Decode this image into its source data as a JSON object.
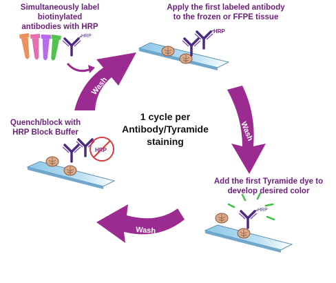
{
  "steps": {
    "label_antibodies": {
      "line1": "Simultaneously label biotinylated",
      "line2": "antibodies with HRP"
    },
    "apply_antibody": {
      "line1": "Apply the first labeled antibody",
      "line2": "to the frozen or FFPE tissue"
    },
    "quench_block": {
      "line1": "Quench/block with",
      "line2": "HRP Block Buffer"
    },
    "add_tyramide": {
      "line1": "Add the first Tyramide dye to",
      "line2": "develop desired color"
    }
  },
  "center": {
    "line1": "1 cycle per",
    "line2": "Antibody/Tyramide staining"
  },
  "wash_label": "Wash",
  "hrp_label": "HRP",
  "colors": {
    "arrow_purple": "#9b2a91",
    "text_purple": "#6b1f7a",
    "antibody_purple": "#4b2a80",
    "slide_blue": "#a9d6ee",
    "tube_green": "#4fc24f",
    "tube_orange": "#e8925e",
    "tube_pink": "#e36fae",
    "tube_purple": "#b86be8",
    "tyramide_green": "#3fbf3f",
    "block_red": "#d9383c"
  }
}
